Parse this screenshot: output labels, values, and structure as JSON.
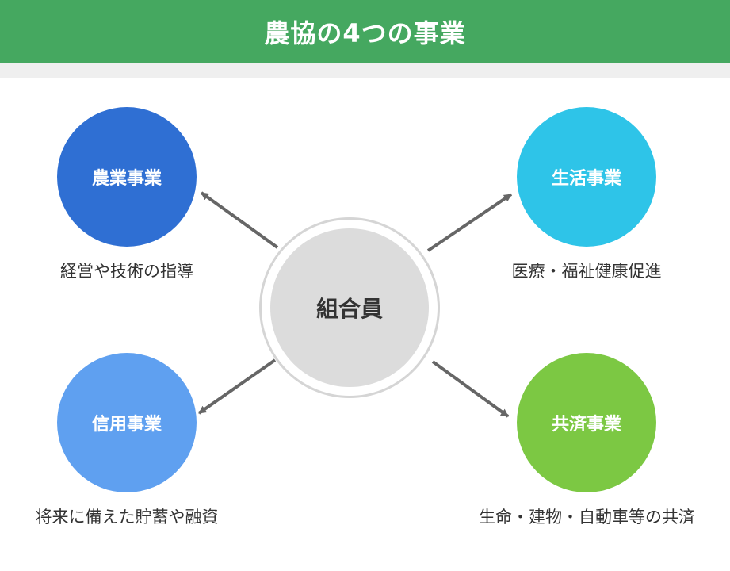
{
  "header": {
    "title": "農協の4つの事業"
  },
  "center": {
    "label": "組合員"
  },
  "businesses": [
    {
      "key": "agri",
      "name": "農業事業",
      "caption": "経営や技術の指導",
      "color": "#2f6fd3"
    },
    {
      "key": "life",
      "name": "生活事業",
      "caption": "医療・福祉健康促進",
      "color": "#2ec4e8"
    },
    {
      "key": "credit",
      "name": "信用事業",
      "caption": "将来に備えた貯蓄や融資",
      "color": "#5fa0f0"
    },
    {
      "key": "mutual",
      "name": "共済事業",
      "caption": "生命・建物・自動車等の共済",
      "color": "#7cc843"
    }
  ],
  "colors": {
    "header": "#45a860",
    "arrow": "#666666",
    "center_fill": "#dcdcdc"
  }
}
